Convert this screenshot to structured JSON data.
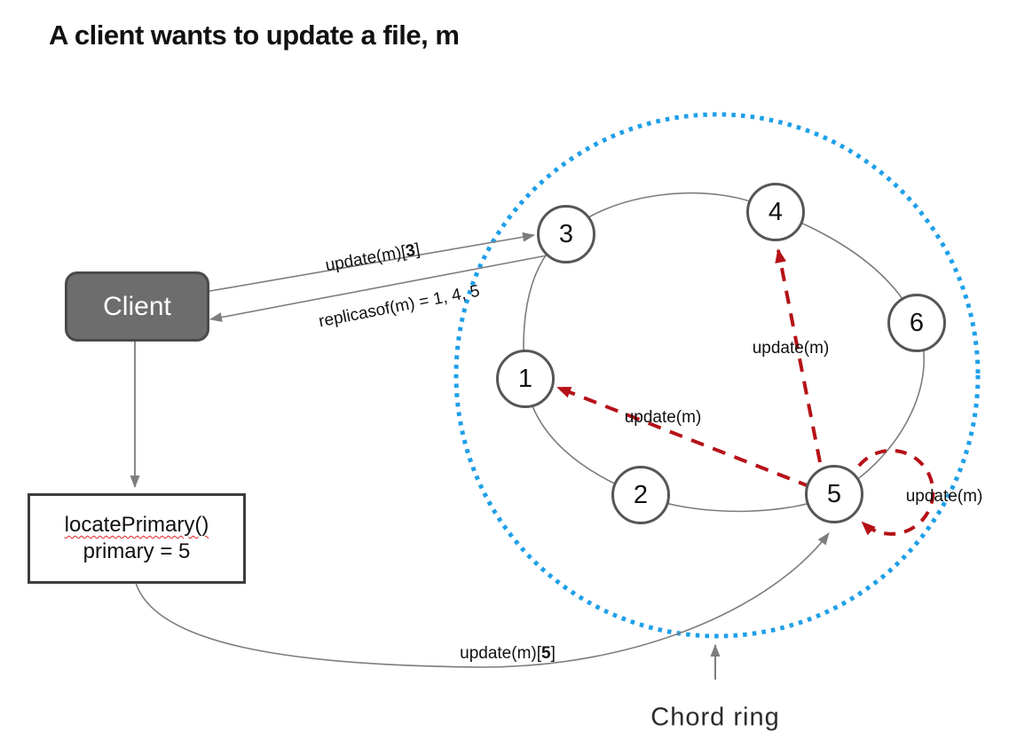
{
  "title": "A client wants to update a file, m",
  "client": {
    "label": "Client"
  },
  "locate_box": {
    "line1": "locatePrimary()",
    "line2": "primary = 5"
  },
  "nodes": [
    {
      "label": "3"
    },
    {
      "label": "4"
    },
    {
      "label": "6"
    },
    {
      "label": "1"
    },
    {
      "label": "2"
    },
    {
      "label": "5"
    }
  ],
  "labels": {
    "update_to_3": {
      "prefix": "update(m)[",
      "bold": "3",
      "suffix": "]"
    },
    "replicasof": "replicasof(m) = 1, 4, 5",
    "update_mid": "update(m)",
    "update_vert": "update(m)",
    "update_loop": "update(m)",
    "update_to_5": {
      "prefix": "update(m)[",
      "bold": "5",
      "suffix": "]"
    },
    "chord_ring": "Chord ring"
  },
  "colors": {
    "blue_dotted": "#1e9fe8",
    "red": "#b51117",
    "gray_line": "#7d7d7d",
    "node_border": "#565656",
    "client_bg": "#6d6d6d"
  }
}
